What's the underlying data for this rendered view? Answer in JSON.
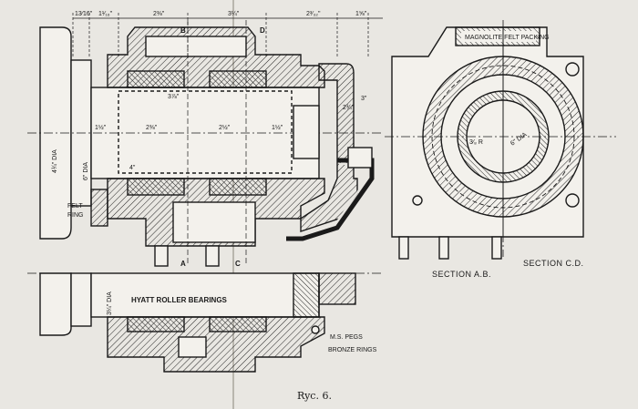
{
  "figure": {
    "caption": "Ryc. 6.",
    "background": "#e9e7e2",
    "ink": "#1a1a1a"
  },
  "labels": {
    "felt_ring": [
      "FELT",
      "RING"
    ],
    "hyatt": "HYATT ROLLER BEARINGS",
    "ms_pegs": "M.S. PEGS",
    "bronze_rings": "BRONZE RINGS",
    "magnolite": "MAGNOLITE FELT PACKING",
    "section_ab": "SECTION A.B.",
    "section_cd": "SECTION C.D.",
    "sec_A": "A",
    "sec_B": "B",
    "sec_C": "C",
    "sec_D": "D",
    "dia_4_3_4": "4¾\" DIA",
    "dia_6": "6\" DIA",
    "dia_6_right": "6\" DIA",
    "r_3_8": "3⁄₈ R",
    "dim_3_1_4_dia": "3¼\" DIA",
    "dim_2_3_8": "2⅜\"",
    "dim_3_1_4": "3¼\"",
    "dim_2_3_32": "2³⁄₃₂\"",
    "dim_1_5_8": "1⅝\"",
    "dim_1_1_16": "1¹⁄₁₆\"",
    "dim_13_16": "13⁄16\"",
    "dim_1_1_2": "1½\"",
    "dim_2_3_8_b": "2⅜\"",
    "dim_2_1_2": "2½\"",
    "dim_3": "3\"",
    "dim_2_3_4": "2¾\"",
    "dim_1_1_2_b": "1½\"",
    "dim_4": "4\"",
    "dim_3_7_8": "3⅞\""
  }
}
